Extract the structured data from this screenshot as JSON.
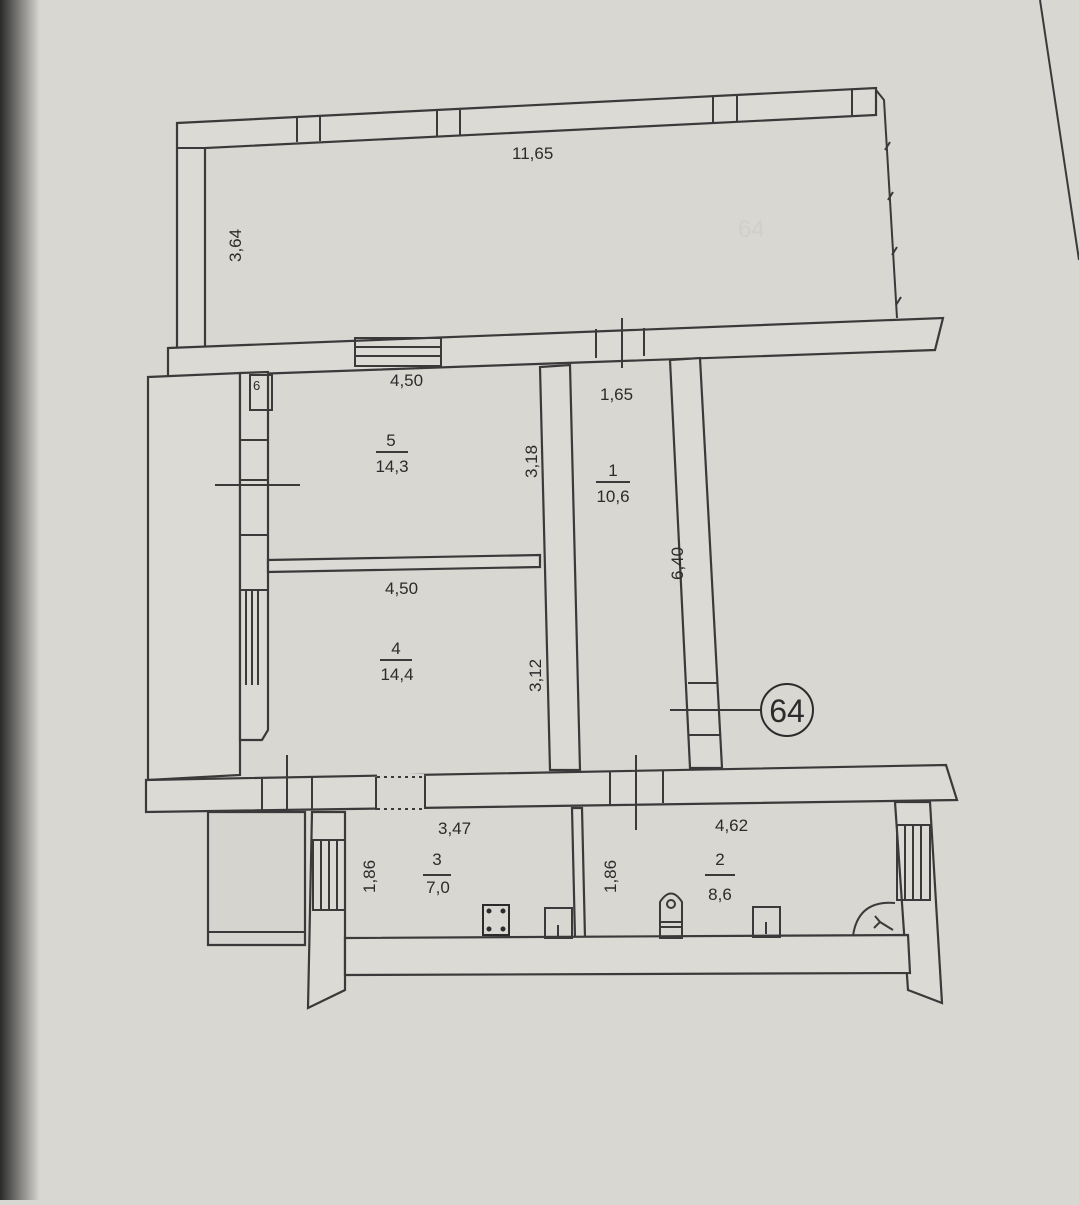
{
  "plan": {
    "watermark": "64",
    "marker": "64",
    "dimensions": {
      "balcony_length": "11,65",
      "balcony_width": "3,64",
      "room5_width": "4,50",
      "room5_depth": "3,18",
      "room4_width": "4,50",
      "room4_depth": "3,12",
      "room1_width": "1,65",
      "room1_depth": "6,40",
      "room3_width": "3,47",
      "room3_depth": "1,86",
      "room2_width": "4,62",
      "room2_depth": "1,86"
    },
    "rooms": [
      {
        "number": "5",
        "area": "14,3"
      },
      {
        "number": "4",
        "area": "14,4"
      },
      {
        "number": "1",
        "area": "10,6"
      },
      {
        "number": "3",
        "area": "7,0"
      },
      {
        "number": "2",
        "area": "8,6"
      }
    ],
    "shaft_label": "6",
    "colors": {
      "paper": "#d9d7d2",
      "lines": "#3a3a3a"
    }
  }
}
